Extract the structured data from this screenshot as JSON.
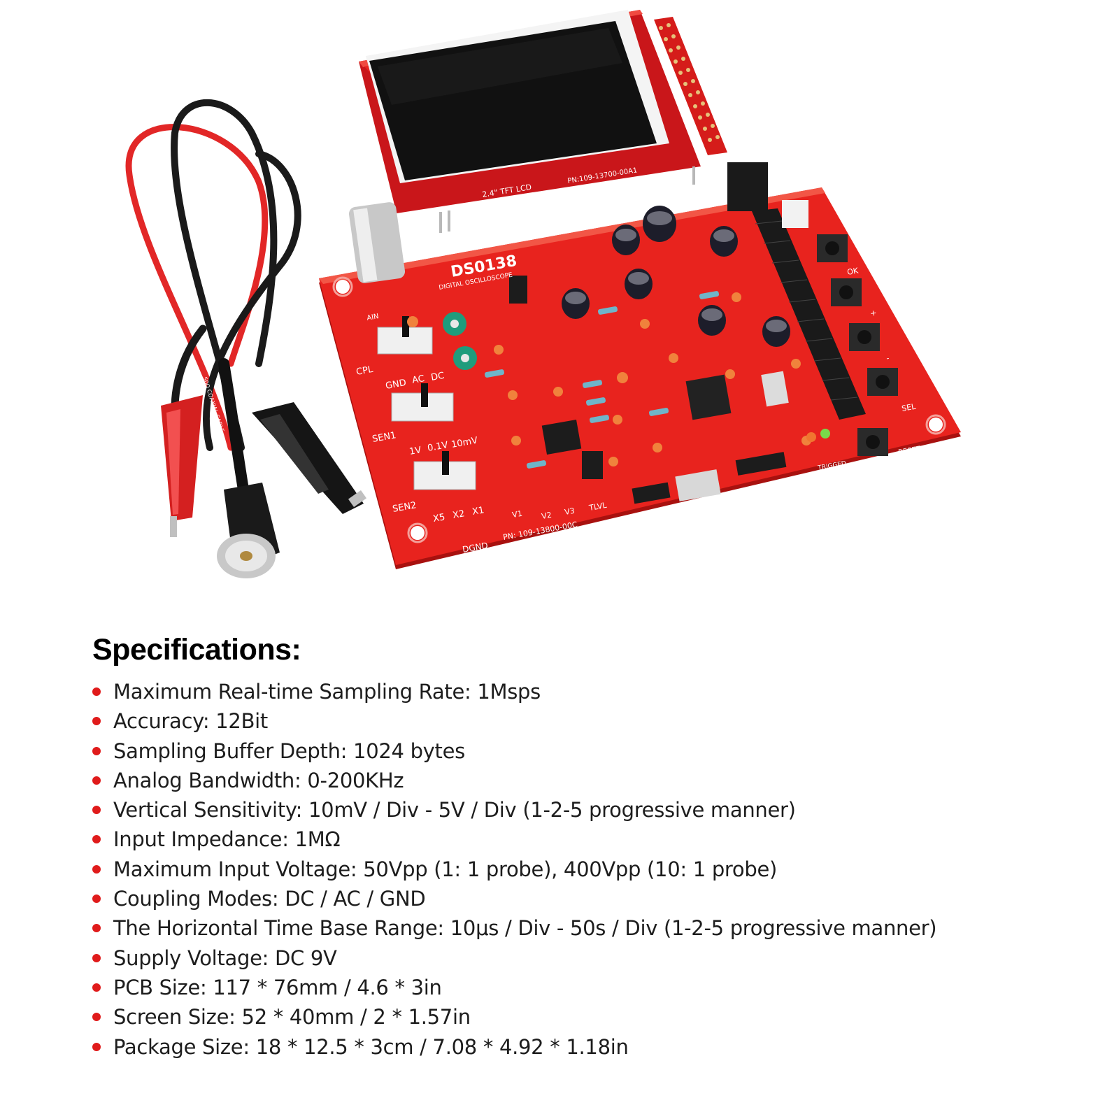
{
  "product": {
    "screen_labels": {
      "lcd": "2.4\" TFT LCD",
      "lcd_pn": "PN:109-13700-00A1"
    },
    "board_labels": {
      "model": "DS0138",
      "subtitle": "DIGITAL OSCILLOSCOPE",
      "ain": "AIN",
      "cpl": "CPL",
      "coupling_positions": [
        "GND",
        "AC",
        "DC"
      ],
      "sen1": "SEN1",
      "sen1_positions": [
        "1V",
        "0.1V",
        "10mV"
      ],
      "sen2": "SEN2",
      "sen2_positions": [
        "X5",
        "X2",
        "X1"
      ],
      "dgnd": "DGND",
      "board_pn": "PN: 109-13800-00C",
      "test_points": [
        "V1",
        "V2",
        "V3",
        "TLVL"
      ],
      "buttons": [
        "OK",
        "+",
        "-",
        "SEL",
        "RESET"
      ],
      "led": "TRIGGED"
    },
    "cable_labels": {
      "cable": "50Ω COAXIAL CABLE"
    },
    "colors": {
      "pcb": "#e8231e",
      "probe_red": "#e22727",
      "probe_black": "#1a1a1a",
      "bullet": "#e01b1b"
    }
  },
  "specifications": {
    "title": "Specifications:",
    "items": [
      "Maximum Real-time Sampling Rate: 1Msps",
      "Accuracy: 12Bit",
      "Sampling Buffer Depth: 1024 bytes",
      "Analog Bandwidth: 0-200KHz",
      "Vertical Sensitivity: 10mV / Div - 5V / Div (1-2-5 progressive manner)",
      "Input Impedance: 1MΩ",
      "Maximum Input Voltage: 50Vpp (1: 1 probe), 400Vpp (10: 1 probe)",
      "Coupling Modes: DC / AC / GND",
      "The Horizontal Time Base Range: 10μs / Div - 50s / Div (1-2-5 progressive manner)",
      "Supply Voltage: DC 9V",
      "PCB Size: 117 * 76mm / 4.6 * 3in",
      "Screen Size: 52 * 40mm / 2 * 1.57in",
      "Package Size: 18 * 12.5 * 3cm / 7.08 * 4.92 * 1.18in"
    ]
  }
}
